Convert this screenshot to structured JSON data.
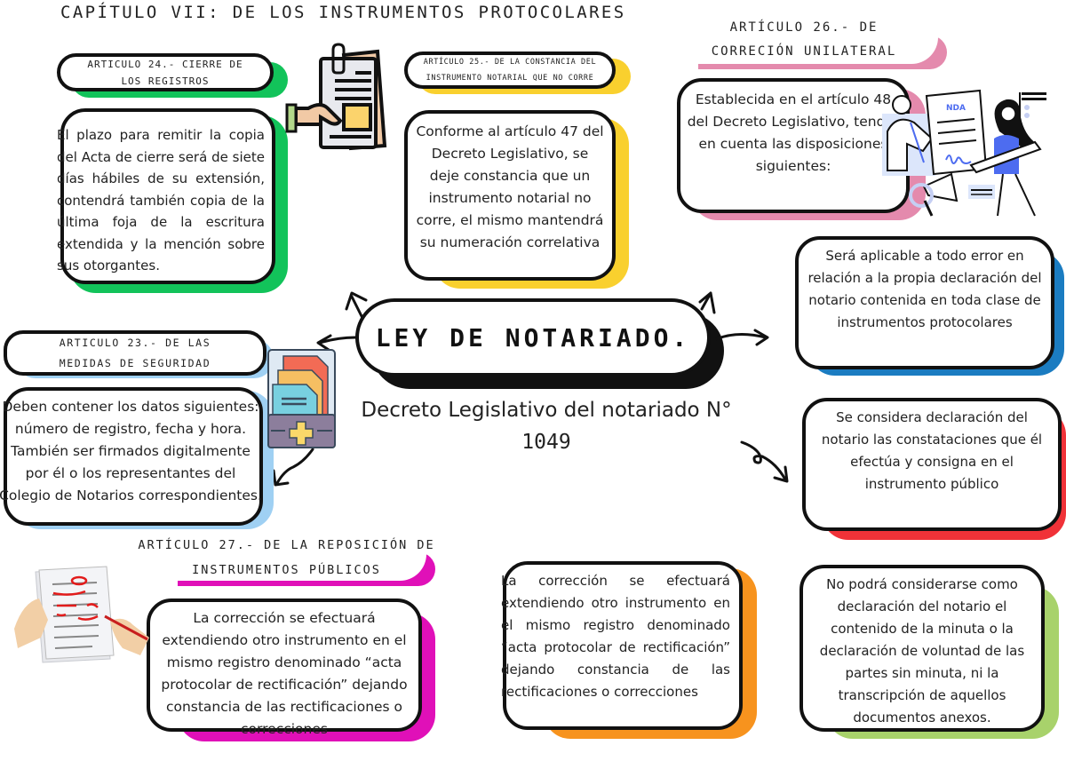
{
  "page_title": "CAPÍTULO VII: DE LOS INSTRUMENTOS PROTOCOLARES",
  "central": {
    "title": "LEY DE NOTARIADO.",
    "subtitle_line1": "Decreto Legislativo del notariado N°",
    "subtitle_line2": "1049"
  },
  "articles": {
    "art24": {
      "heading_line1": "ARTICULO 24.- CIERRE DE",
      "heading_line2": "LOS REGISTROS",
      "body": "El plazo para remitir la copia del Acta de cierre será de siete días hábiles de su extensión, contendrá también copia de la última foja de la escritura extendida y la mención sobre sus otorgantes.",
      "color": "#12c35a"
    },
    "art25": {
      "heading_line1": "ARTÍCULO 25.- DE LA CONSTANCIA DEL",
      "heading_line2": "INSTRUMENTO NOTARIAL QUE NO CORRE",
      "body": "Conforme al artículo 47 del Decreto Legislativo, se deje constancia que un instrumento notarial no corre, el mismo mantendrá su numeración correlativa",
      "color": "#f9d02e"
    },
    "art26": {
      "heading_line1": "ARTÍCULO 26.- DE",
      "heading_line2": "CORRECIÓN UNILATERAL",
      "body": "Establecida en el artículo 48 del Decreto Legislativo, tendrá en cuenta las disposiciones siguientes:",
      "color": "#e48aad",
      "points": [
        {
          "text": "Será aplicable a todo error en relación a la propia declaración del notario contenida en toda clase de instrumentos protocolares",
          "color": "#1b7cc1"
        },
        {
          "text": "Se considera declaración del notario las constataciones que él efectúa y consigna en el instrumento público",
          "color": "#f03238"
        },
        {
          "text": "La corrección se efectuará extendiendo otro instrumento en el mismo registro denominado “acta protocolar de rectificación” dejando constancia de las rectificaciones o correcciones",
          "color": "#f7931e"
        },
        {
          "text": "No podrá considerarse como declaración del notario el contenido de la minuta o la declaración de voluntad de las partes sin minuta, ni la transcripción de aquellos documentos anexos.",
          "color": "#a8d26b"
        }
      ]
    },
    "art23": {
      "heading_line1": "ARTICULO 23.- DE LAS",
      "heading_line2": "MEDIDAS DE SEGURIDAD",
      "body": "Deben contener los datos siguientes: número de registro, fecha y hora. También ser firmados digitalmente por él o los representantes del Colegio de Notarios correspondientes.",
      "color": "#9fd0f3"
    },
    "art27": {
      "heading_line1": "ARTÍCULO 27.- DE LA REPOSICIÓN DE",
      "heading_line2": "INSTRUMENTOS PÚBLICOS",
      "body": "La corrección se efectuará extendiendo otro instrumento en el mismo registro denominado “acta protocolar de rectificación” dejando constancia de las rectificaciones o correcciones",
      "color": "#e010b8"
    }
  },
  "illustrations": {
    "clipboard": "clipboard-hand-icon",
    "files_box": "file-box-plus-icon",
    "nda": "nda-signing-illustration",
    "corrections": "document-corrections-illustration",
    "nda_label": "NDA"
  }
}
